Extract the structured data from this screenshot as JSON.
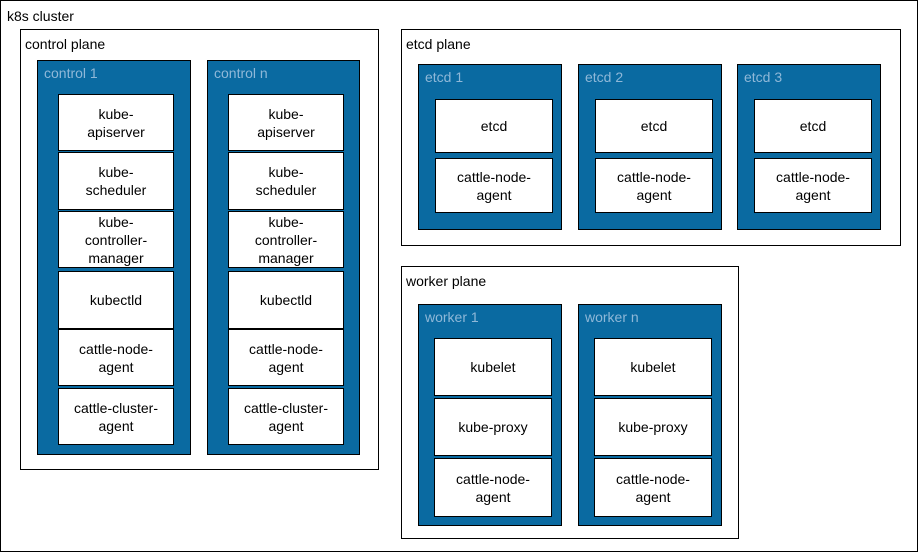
{
  "cluster": {
    "title": "k8s cluster",
    "control_plane": {
      "title": "control plane",
      "nodes": [
        {
          "title": "control 1",
          "components": [
            "kube-\napiserver",
            "kube-\nscheduler",
            "kube-\ncontroller-\nmanager",
            "kubectld",
            "cattle-node-\nagent",
            "cattle-cluster-\nagent"
          ]
        },
        {
          "title": "control n",
          "components": [
            "kube-\napiserver",
            "kube-\nscheduler",
            "kube-\ncontroller-\nmanager",
            "kubectld",
            "cattle-node-\nagent",
            "cattle-cluster-\nagent"
          ]
        }
      ]
    },
    "etcd_plane": {
      "title": "etcd plane",
      "nodes": [
        {
          "title": "etcd 1",
          "components": [
            "etcd",
            "cattle-node-\nagent"
          ]
        },
        {
          "title": "etcd 2",
          "components": [
            "etcd",
            "cattle-node-\nagent"
          ]
        },
        {
          "title": "etcd 3",
          "components": [
            "etcd",
            "cattle-node-\nagent"
          ]
        }
      ]
    },
    "worker_plane": {
      "title": "worker plane",
      "nodes": [
        {
          "title": "worker 1",
          "components": [
            "kubelet",
            "kube-proxy",
            "cattle-node-\nagent"
          ]
        },
        {
          "title": "worker n",
          "components": [
            "kubelet",
            "kube-proxy",
            "cattle-node-\nagent"
          ]
        }
      ]
    }
  }
}
